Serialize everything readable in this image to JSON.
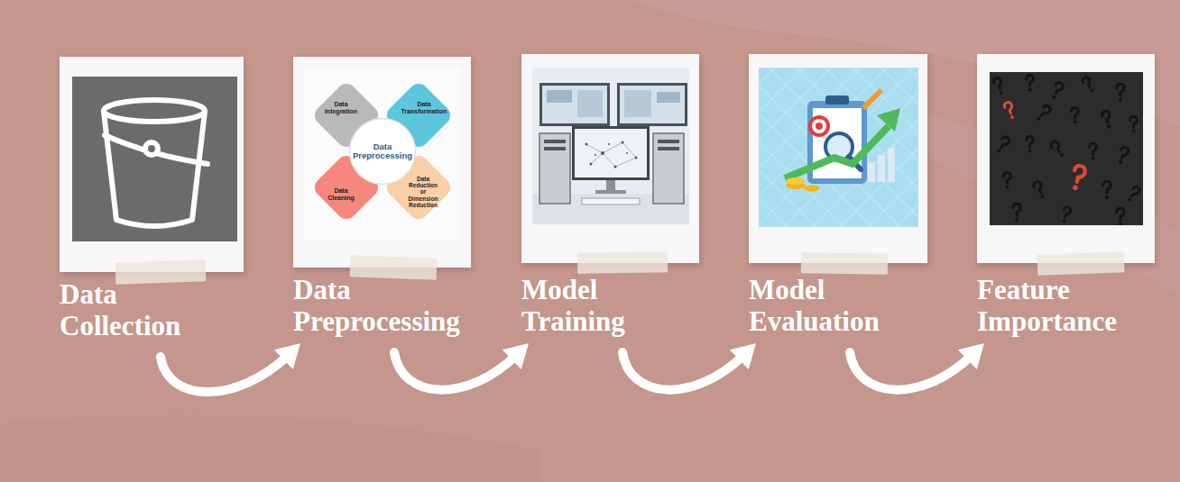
{
  "diagram": {
    "nodes": [
      {
        "text": [
          "Data Collection"
        ]
      },
      {
        "text": [
          "Data Preprocessing"
        ]
      },
      {
        "text": [
          "Data Integration"
        ],
        "in": 1
      },
      {
        "text": [
          "Data Transformation"
        ],
        "in": 1
      },
      {
        "text": [
          "Data Preprocessing"
        ],
        "in": 1
      },
      {
        "text": [
          "Data Cleaning"
        ],
        "in": 1
      },
      {
        "text": [
          "Data Reduction or Dimension Reduction"
        ],
        "in": 1
      },
      {
        "text": [
          "Model Training"
        ]
      },
      {
        "text": [
          "Model Evaluation"
        ]
      },
      {
        "text": [
          "Feature Importance"
        ]
      }
    ],
    "edges": [
      {
        "from": 0,
        "to": 1,
        "arrow": "to"
      },
      {
        "from": 1,
        "to": 7,
        "arrow": "to"
      },
      {
        "from": 7,
        "to": 8,
        "arrow": "to"
      },
      {
        "from": 8,
        "to": 9,
        "arrow": "to"
      }
    ]
  }
}
